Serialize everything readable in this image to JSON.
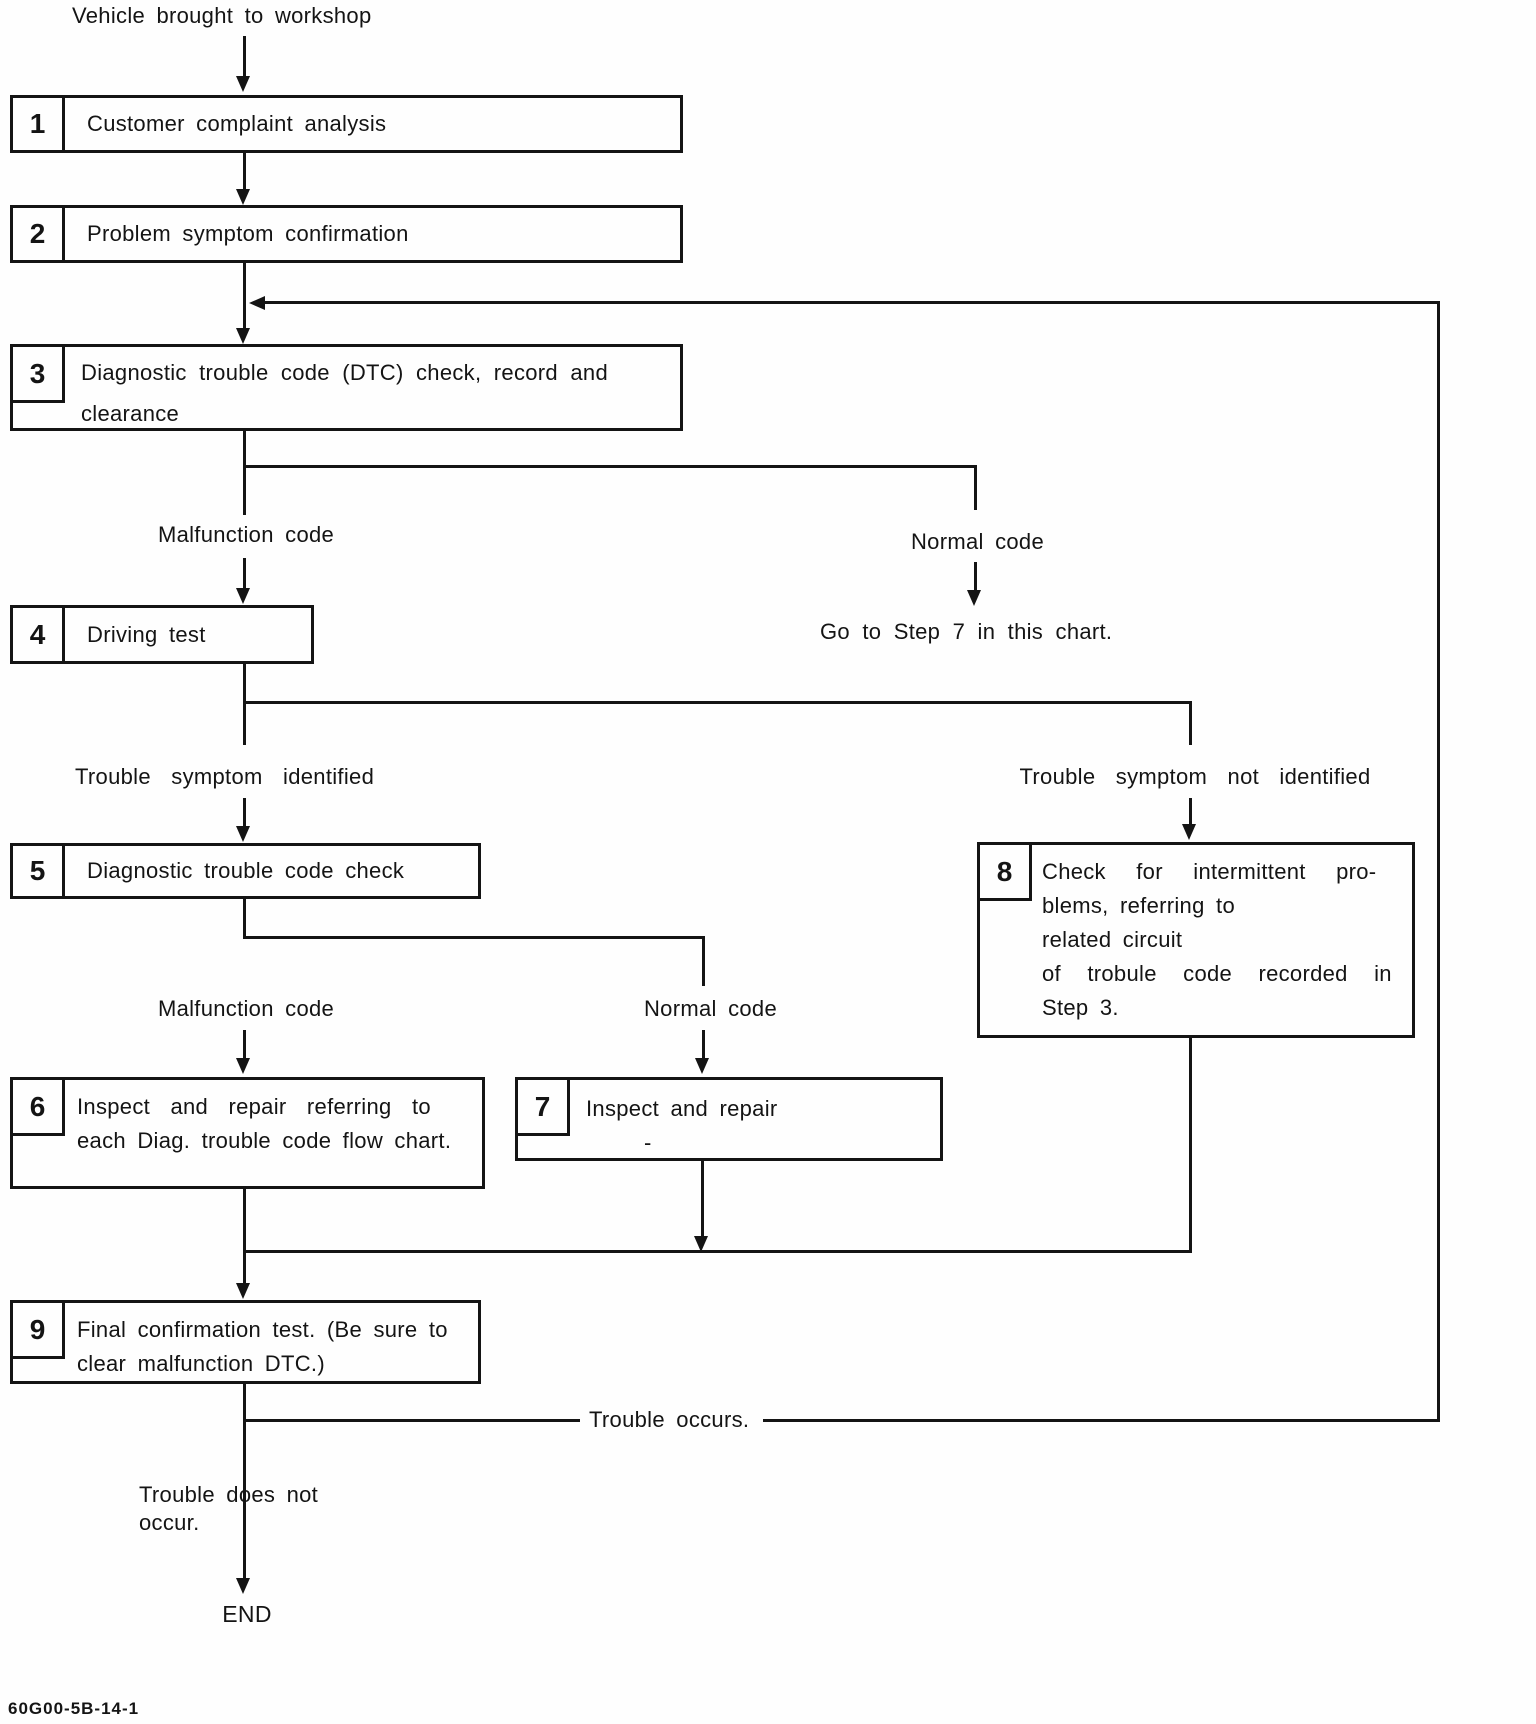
{
  "document": {
    "start_label": "Vehicle brought to workshop",
    "end_label": "END",
    "doc_code": "60G00-5B-14-1"
  },
  "steps": [
    {
      "num": "1",
      "lines": [
        "Customer complaint analysis"
      ]
    },
    {
      "num": "2",
      "lines": [
        "Problem symptom confirmation"
      ]
    },
    {
      "num": "3",
      "lines": [
        "Diagnostic trouble code (DTC) check, record and",
        "clearance"
      ]
    },
    {
      "num": "4",
      "lines": [
        "Driving test"
      ]
    },
    {
      "num": "5",
      "lines": [
        "Diagnostic trouble code check"
      ]
    },
    {
      "num": "6",
      "lines": [
        "Inspect and repair referring to",
        "each Diag. trouble code flow chart."
      ]
    },
    {
      "num": "7",
      "lines": [
        "Inspect and repair",
        "-"
      ]
    },
    {
      "num": "8",
      "lines": [
        "Check for intermittent pro-",
        "blems, referring to",
        "related circuit",
        "of trobule code recorded in",
        "Step 3."
      ]
    },
    {
      "num": "9",
      "lines": [
        "Final confirmation test. (Be sure to",
        "clear malfunction DTC.)"
      ]
    }
  ],
  "branch_labels": {
    "malfunction_code_after_step3": "Malfunction code",
    "normal_code_after_step3": "Normal code",
    "goto_step7": "Go to Step 7 in this chart.",
    "trouble_identified": "Trouble symptom identified",
    "trouble_not_identified": "Trouble symptom not identified",
    "malfunction_code_after_step5": "Malfunction code",
    "normal_code_after_step5": "Normal code",
    "trouble_occurs": "Trouble occurs.",
    "trouble_does_not_occur_line1": "Trouble does not",
    "trouble_does_not_occur_line2": "occur.",
    "end": "END"
  },
  "colors": {
    "ink": "#141414",
    "paper": "#fefefe"
  }
}
